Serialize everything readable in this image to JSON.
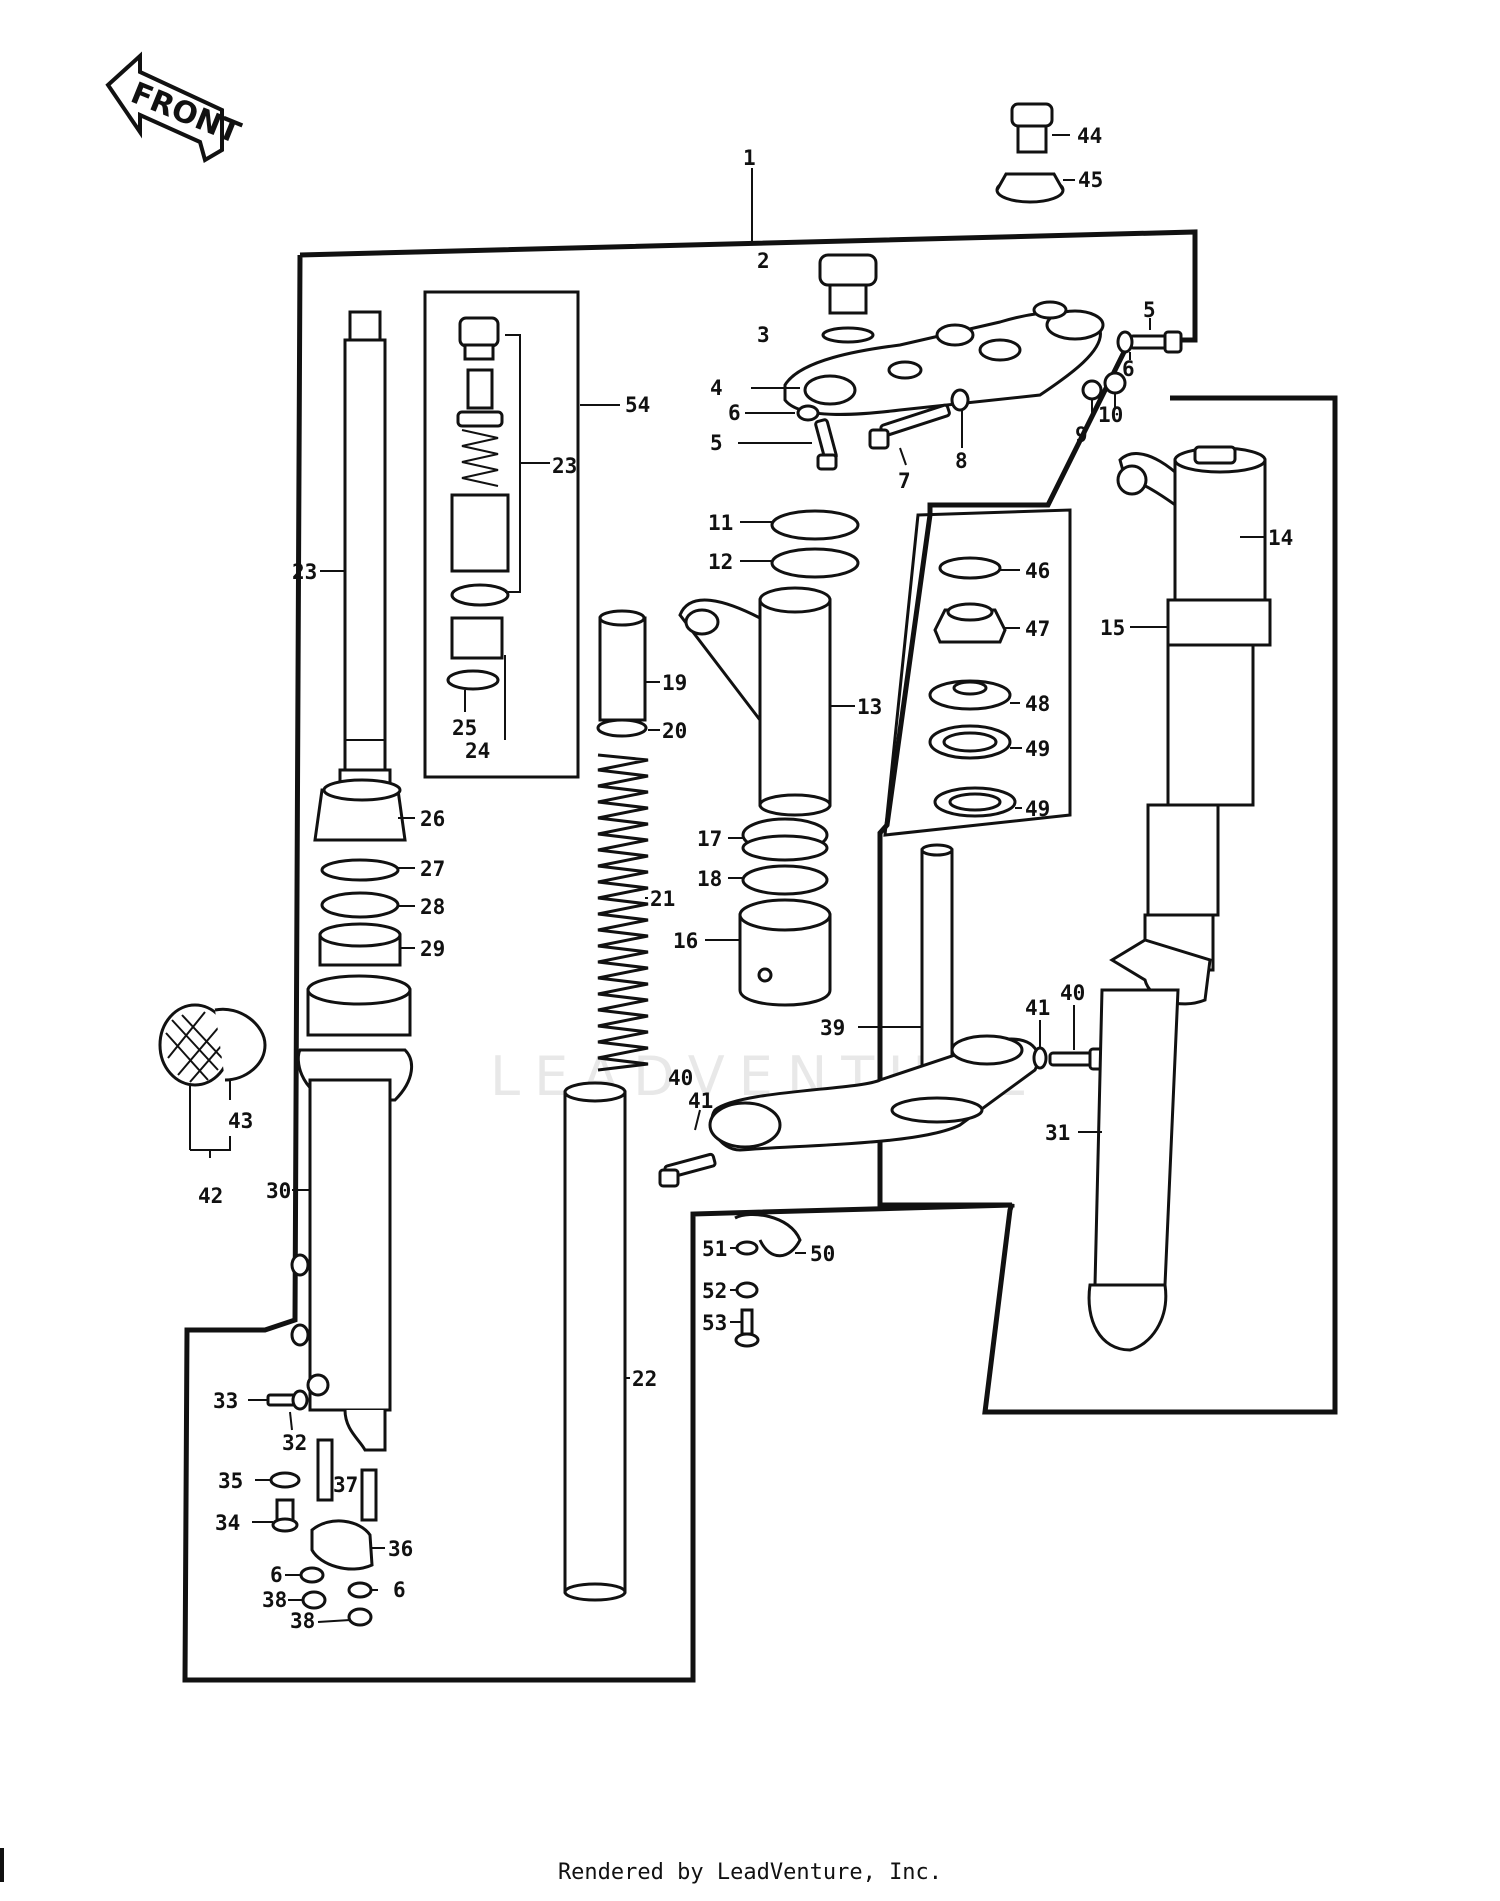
{
  "front_label": "FRONT",
  "watermark": "LEADVENTURE",
  "footer": "Rendered by LeadVenture, Inc.",
  "callouts": [
    "1",
    "2",
    "3",
    "4",
    "5",
    "5",
    "6",
    "6",
    "6",
    "6",
    "7",
    "8",
    "9",
    "10",
    "11",
    "12",
    "13",
    "14",
    "15",
    "16",
    "17",
    "18",
    "19",
    "20",
    "21",
    "22",
    "23",
    "23",
    "24",
    "25",
    "26",
    "27",
    "28",
    "29",
    "30",
    "31",
    "32",
    "33",
    "34",
    "35",
    "36",
    "37",
    "38",
    "38",
    "39",
    "40",
    "40",
    "41",
    "41",
    "42",
    "43",
    "44",
    "45",
    "46",
    "47",
    "48",
    "49",
    "49",
    "50",
    "51",
    "52",
    "53",
    "54"
  ]
}
